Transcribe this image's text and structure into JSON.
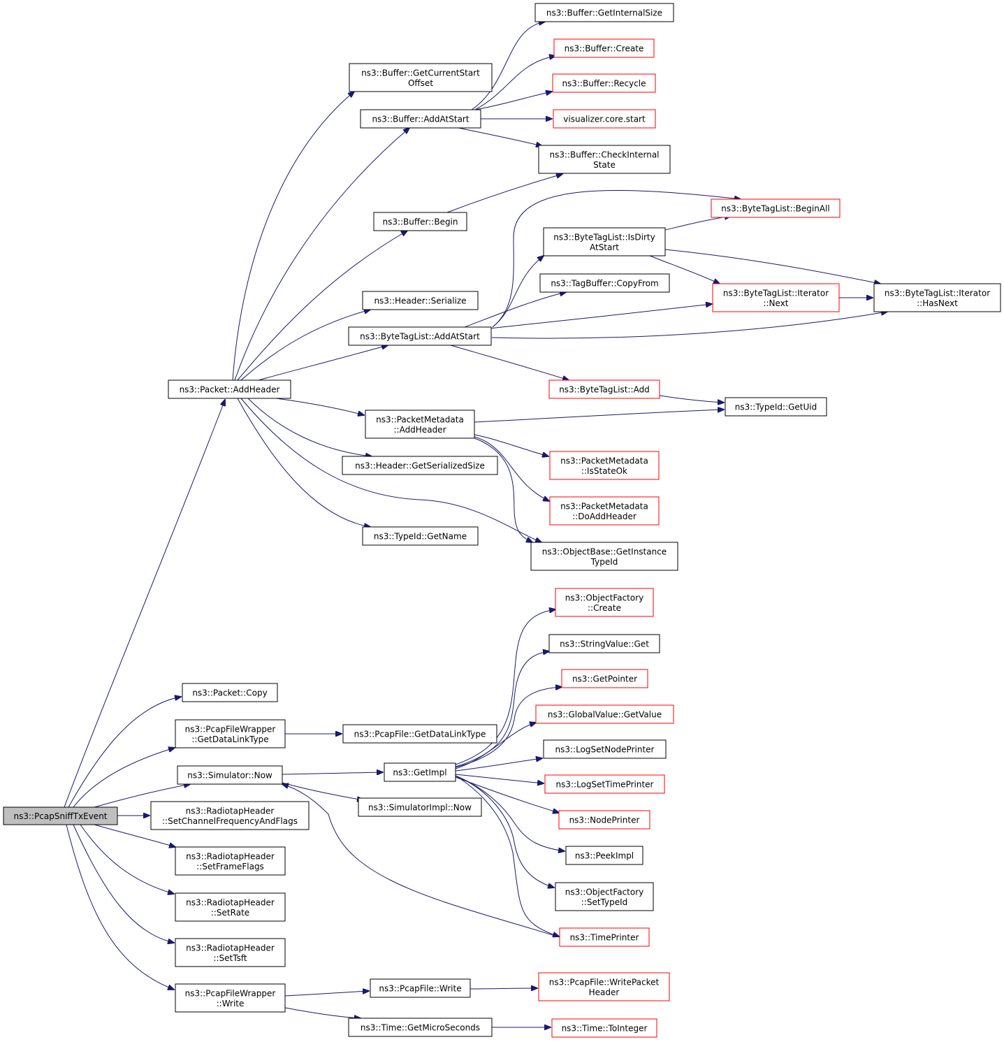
{
  "nodes": [
    {
      "id": "root",
      "lines": [
        "ns3::PcapSniffTxEvent"
      ],
      "style": "root"
    },
    {
      "id": "pkt_addheader",
      "lines": [
        "ns3::Packet::AddHeader"
      ],
      "style": "black"
    },
    {
      "id": "buf_getcurrentstart",
      "lines": [
        "ns3::Buffer::GetCurrentStart",
        "Offset"
      ],
      "style": "black"
    },
    {
      "id": "buf_addatstart",
      "lines": [
        "ns3::Buffer::AddAtStart"
      ],
      "style": "black"
    },
    {
      "id": "buf_getinternalsize",
      "lines": [
        "ns3::Buffer::GetInternalSize"
      ],
      "style": "black"
    },
    {
      "id": "buf_create",
      "lines": [
        "ns3::Buffer::Create"
      ],
      "style": "red"
    },
    {
      "id": "buf_recycle",
      "lines": [
        "ns3::Buffer::Recycle"
      ],
      "style": "red"
    },
    {
      "id": "vis_core_start",
      "lines": [
        "visualizer.core.start"
      ],
      "style": "red"
    },
    {
      "id": "buf_checkinternal",
      "lines": [
        "ns3::Buffer::CheckInternal",
        "State"
      ],
      "style": "black"
    },
    {
      "id": "buf_begin",
      "lines": [
        "ns3::Buffer::Begin"
      ],
      "style": "black"
    },
    {
      "id": "btl_beginall",
      "lines": [
        "ns3::ByteTagList::BeginAll"
      ],
      "style": "red"
    },
    {
      "id": "btl_isdirty",
      "lines": [
        "ns3::ByteTagList::IsDirty",
        "AtStart"
      ],
      "style": "black"
    },
    {
      "id": "tagbuf_copyfrom",
      "lines": [
        "ns3::TagBuffer::CopyFrom"
      ],
      "style": "black"
    },
    {
      "id": "btli_next",
      "lines": [
        "ns3::ByteTagList::Iterator",
        "::Next"
      ],
      "style": "red"
    },
    {
      "id": "btli_hasnext",
      "lines": [
        "ns3::ByteTagList::Iterator",
        "::HasNext"
      ],
      "style": "black"
    },
    {
      "id": "hdr_serialize",
      "lines": [
        "ns3::Header::Serialize"
      ],
      "style": "black"
    },
    {
      "id": "btl_addatstart",
      "lines": [
        "ns3::ByteTagList::AddAtStart"
      ],
      "style": "black"
    },
    {
      "id": "btl_add",
      "lines": [
        "ns3::ByteTagList::Add"
      ],
      "style": "red"
    },
    {
      "id": "typeid_getuid",
      "lines": [
        "ns3::TypeId::GetUid"
      ],
      "style": "black"
    },
    {
      "id": "pm_addheader",
      "lines": [
        "ns3::PacketMetadata",
        "::AddHeader"
      ],
      "style": "black"
    },
    {
      "id": "pm_isstateok",
      "lines": [
        "ns3::PacketMetadata",
        "::IsStateOk"
      ],
      "style": "red"
    },
    {
      "id": "pm_doaddheader",
      "lines": [
        "ns3::PacketMetadata",
        "::DoAddHeader"
      ],
      "style": "red"
    },
    {
      "id": "hdr_getserializedsize",
      "lines": [
        "ns3::Header::GetSerializedSize"
      ],
      "style": "black"
    },
    {
      "id": "typeid_getname",
      "lines": [
        "ns3::TypeId::GetName"
      ],
      "style": "black"
    },
    {
      "id": "objbase_getinstance",
      "lines": [
        "ns3::ObjectBase::GetInstance",
        "TypeId"
      ],
      "style": "black"
    },
    {
      "id": "objfactory_create",
      "lines": [
        "ns3::ObjectFactory",
        "::Create"
      ],
      "style": "red"
    },
    {
      "id": "stringvalue_get",
      "lines": [
        "ns3::StringValue::Get"
      ],
      "style": "black"
    },
    {
      "id": "getpointer",
      "lines": [
        "ns3::GetPointer"
      ],
      "style": "red"
    },
    {
      "id": "globalvalue_getvalue",
      "lines": [
        "ns3::GlobalValue::GetValue"
      ],
      "style": "red"
    },
    {
      "id": "pkt_copy",
      "lines": [
        "ns3::Packet::Copy"
      ],
      "style": "black"
    },
    {
      "id": "pfw_getdatalinktype",
      "lines": [
        "ns3::PcapFileWrapper",
        "::GetDataLinkType"
      ],
      "style": "black"
    },
    {
      "id": "pf_getdatalinktype",
      "lines": [
        "ns3::PcapFile::GetDataLinkType"
      ],
      "style": "black"
    },
    {
      "id": "logsetnodeprinter",
      "lines": [
        "ns3::LogSetNodePrinter"
      ],
      "style": "black"
    },
    {
      "id": "sim_now",
      "lines": [
        "ns3::Simulator::Now"
      ],
      "style": "black"
    },
    {
      "id": "getimpl",
      "lines": [
        "ns3::GetImpl"
      ],
      "style": "black"
    },
    {
      "id": "logsettimeprinter",
      "lines": [
        "ns3::LogSetTimePrinter"
      ],
      "style": "red"
    },
    {
      "id": "simimpl_now",
      "lines": [
        "ns3::SimulatorImpl::Now"
      ],
      "style": "black"
    },
    {
      "id": "rh_setchannel",
      "lines": [
        "ns3::RadiotapHeader",
        "::SetChannelFrequencyAndFlags"
      ],
      "style": "black"
    },
    {
      "id": "nodeprinter",
      "lines": [
        "ns3::NodePrinter"
      ],
      "style": "red"
    },
    {
      "id": "peekimpl",
      "lines": [
        "ns3::PeekImpl"
      ],
      "style": "black"
    },
    {
      "id": "rh_setframeflags",
      "lines": [
        "ns3::RadiotapHeader",
        "::SetFrameFlags"
      ],
      "style": "black"
    },
    {
      "id": "objfactory_settypeid",
      "lines": [
        "ns3::ObjectFactory",
        "::SetTypeId"
      ],
      "style": "black"
    },
    {
      "id": "rh_setrate",
      "lines": [
        "ns3::RadiotapHeader",
        "::SetRate"
      ],
      "style": "black"
    },
    {
      "id": "timeprinter",
      "lines": [
        "ns3::TimePrinter"
      ],
      "style": "red"
    },
    {
      "id": "rh_settsft",
      "lines": [
        "ns3::RadiotapHeader",
        "::SetTsft"
      ],
      "style": "black"
    },
    {
      "id": "pf_writepacketheader",
      "lines": [
        "ns3::PcapFile::WritePacket",
        "Header"
      ],
      "style": "red"
    },
    {
      "id": "pfw_write",
      "lines": [
        "ns3::PcapFileWrapper",
        "::Write"
      ],
      "style": "black"
    },
    {
      "id": "pf_write",
      "lines": [
        "ns3::PcapFile::Write"
      ],
      "style": "black"
    },
    {
      "id": "time_getmicroseconds",
      "lines": [
        "ns3::Time::GetMicroSeconds"
      ],
      "style": "black"
    },
    {
      "id": "time_tointeger",
      "lines": [
        "ns3::Time::ToInteger"
      ],
      "style": "red"
    }
  ],
  "edges": [
    [
      "root",
      "pkt_addheader"
    ],
    [
      "root",
      "pkt_copy"
    ],
    [
      "root",
      "pfw_getdatalinktype"
    ],
    [
      "root",
      "sim_now"
    ],
    [
      "root",
      "rh_setchannel"
    ],
    [
      "root",
      "rh_setframeflags"
    ],
    [
      "root",
      "rh_setrate"
    ],
    [
      "root",
      "rh_settsft"
    ],
    [
      "root",
      "pfw_write"
    ],
    [
      "pkt_addheader",
      "buf_getcurrentstart"
    ],
    [
      "pkt_addheader",
      "buf_addatstart"
    ],
    [
      "pkt_addheader",
      "buf_begin"
    ],
    [
      "pkt_addheader",
      "hdr_serialize"
    ],
    [
      "pkt_addheader",
      "btl_addatstart"
    ],
    [
      "pkt_addheader",
      "pm_addheader"
    ],
    [
      "pkt_addheader",
      "hdr_getserializedsize"
    ],
    [
      "pkt_addheader",
      "typeid_getname"
    ],
    [
      "pkt_addheader",
      "objbase_getinstance"
    ],
    [
      "buf_addatstart",
      "buf_getinternalsize"
    ],
    [
      "buf_addatstart",
      "buf_create"
    ],
    [
      "buf_addatstart",
      "buf_recycle"
    ],
    [
      "buf_addatstart",
      "vis_core_start"
    ],
    [
      "buf_addatstart",
      "buf_checkinternal"
    ],
    [
      "buf_begin",
      "buf_checkinternal"
    ],
    [
      "btl_addatstart",
      "btl_beginall"
    ],
    [
      "btl_addatstart",
      "btl_isdirty"
    ],
    [
      "btl_addatstart",
      "tagbuf_copyfrom"
    ],
    [
      "btl_addatstart",
      "btli_next"
    ],
    [
      "btl_addatstart",
      "btli_hasnext"
    ],
    [
      "btl_addatstart",
      "btl_add"
    ],
    [
      "btl_isdirty",
      "btl_beginall"
    ],
    [
      "btl_isdirty",
      "btli_next"
    ],
    [
      "btl_isdirty",
      "btli_hasnext"
    ],
    [
      "btli_next",
      "btli_hasnext"
    ],
    [
      "btl_add",
      "typeid_getuid"
    ],
    [
      "pm_addheader",
      "typeid_getuid"
    ],
    [
      "pm_addheader",
      "pm_isstateok"
    ],
    [
      "pm_addheader",
      "pm_doaddheader"
    ],
    [
      "pm_addheader",
      "objbase_getinstance"
    ],
    [
      "pfw_getdatalinktype",
      "pf_getdatalinktype"
    ],
    [
      "sim_now",
      "getimpl"
    ],
    [
      "sim_now",
      "simimpl_now"
    ],
    [
      "getimpl",
      "objfactory_create"
    ],
    [
      "getimpl",
      "stringvalue_get"
    ],
    [
      "getimpl",
      "getpointer"
    ],
    [
      "getimpl",
      "globalvalue_getvalue"
    ],
    [
      "getimpl",
      "logsetnodeprinter"
    ],
    [
      "getimpl",
      "logsettimeprinter"
    ],
    [
      "getimpl",
      "nodeprinter"
    ],
    [
      "getimpl",
      "peekimpl"
    ],
    [
      "getimpl",
      "objfactory_settypeid"
    ],
    [
      "getimpl",
      "timeprinter"
    ],
    [
      "timeprinter",
      "sim_now"
    ],
    [
      "pfw_write",
      "pf_write"
    ],
    [
      "pfw_write",
      "time_getmicroseconds"
    ],
    [
      "pf_write",
      "pf_writepacketheader"
    ],
    [
      "time_getmicroseconds",
      "time_tointeger"
    ]
  ],
  "colors": {
    "edge": "#191970",
    "node_border": "#000000",
    "node_border_red": "#ff0000",
    "root_fill": "#bfbfbf"
  }
}
